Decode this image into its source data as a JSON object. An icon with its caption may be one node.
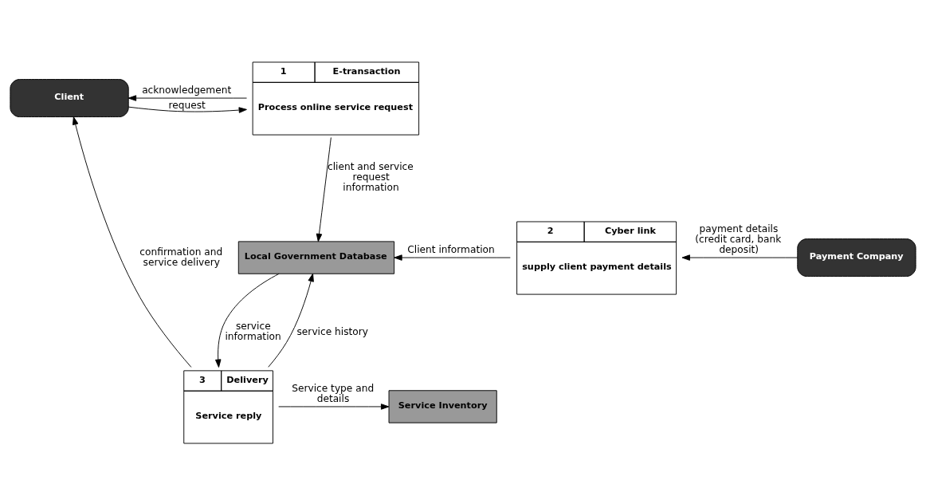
{
  "diagram": {
    "nodes": [
      {
        "text": [
          "Client"
        ]
      },
      {
        "text": [
          "1",
          "E-transaction",
          "Process online service request"
        ]
      },
      {
        "text": [
          "Local Government Database"
        ]
      },
      {
        "text": [
          "2",
          "Cyber link",
          "supply client payment details"
        ]
      },
      {
        "text": [
          "Payment Company"
        ]
      },
      {
        "text": [
          "3",
          "Delivery",
          "Service reply"
        ]
      },
      {
        "text": [
          "Service Inventory"
        ]
      }
    ],
    "edges": [
      {
        "from": 0,
        "to": 1,
        "arrow": "to",
        "label": "request"
      },
      {
        "from": 1,
        "to": 0,
        "arrow": "to",
        "label": "acknowledgement"
      },
      {
        "from": 1,
        "to": 2,
        "arrow": "to",
        "label": "client and service request information"
      },
      {
        "from": 3,
        "to": 2,
        "arrow": "to",
        "label": "Client information"
      },
      {
        "from": 4,
        "to": 3,
        "arrow": "to",
        "label": "payment details (credit card, bank deposit)"
      },
      {
        "from": 2,
        "to": 5,
        "arrow": "to",
        "label": "service information"
      },
      {
        "from": 5,
        "to": 2,
        "arrow": "to",
        "label": "service history"
      },
      {
        "from": 5,
        "to": 0,
        "arrow": "to",
        "label": "confirmation and service delivery"
      },
      {
        "from": 5,
        "to": 6,
        "arrow": "to",
        "label": "Service type and details"
      }
    ]
  }
}
